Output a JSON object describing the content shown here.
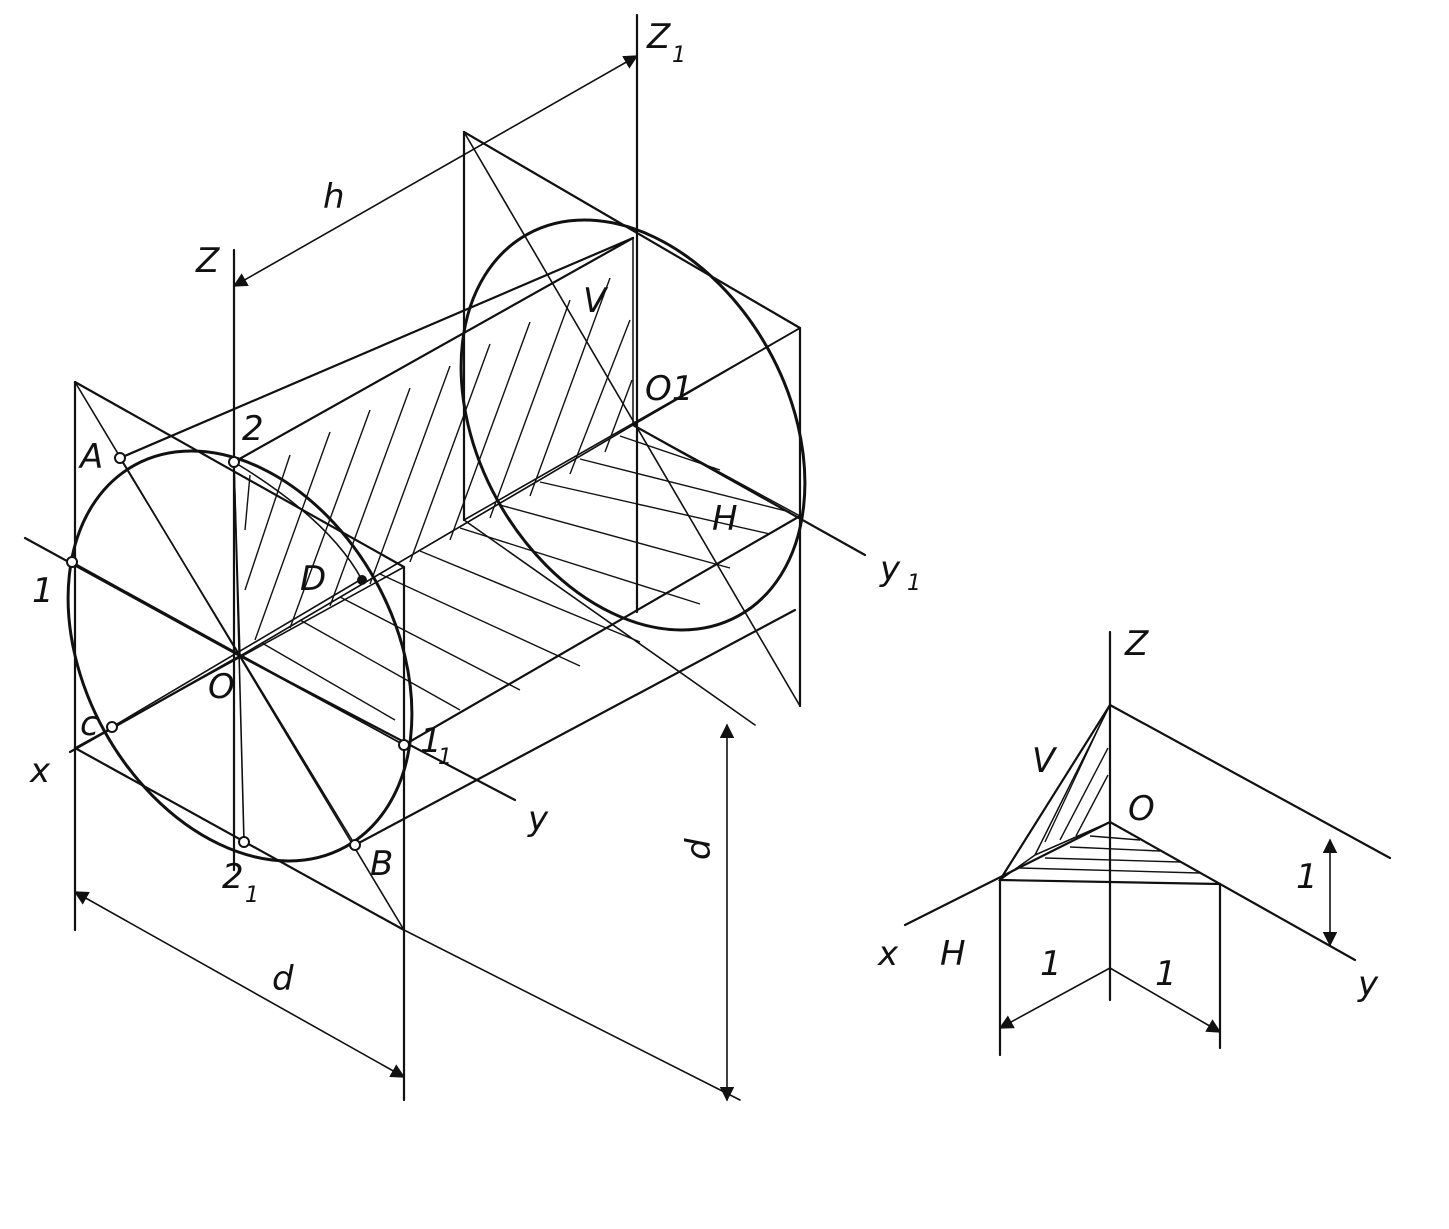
{
  "main_figure": {
    "labels": {
      "z": "Z",
      "z1": "Z",
      "z1_sub": "1",
      "h": "h",
      "v": "V",
      "o1": "O1",
      "H": "H",
      "y1": "y",
      "y1_sub": "1",
      "y": "y",
      "x": "x",
      "o": "O",
      "d_bottom": "d",
      "d_right": "d",
      "A": "A",
      "B": "B",
      "C": "c",
      "D": "D",
      "p1": "1",
      "p2": "2",
      "p21": "2",
      "p21_sub": "1",
      "p11": "1",
      "p11_sub": "1"
    }
  },
  "axes_figure": {
    "labels": {
      "z": "Z",
      "v": "V",
      "o": "O",
      "x": "x",
      "H": "H",
      "y": "y",
      "one_left": "1",
      "one_right": "1",
      "one_vertical": "1"
    }
  }
}
